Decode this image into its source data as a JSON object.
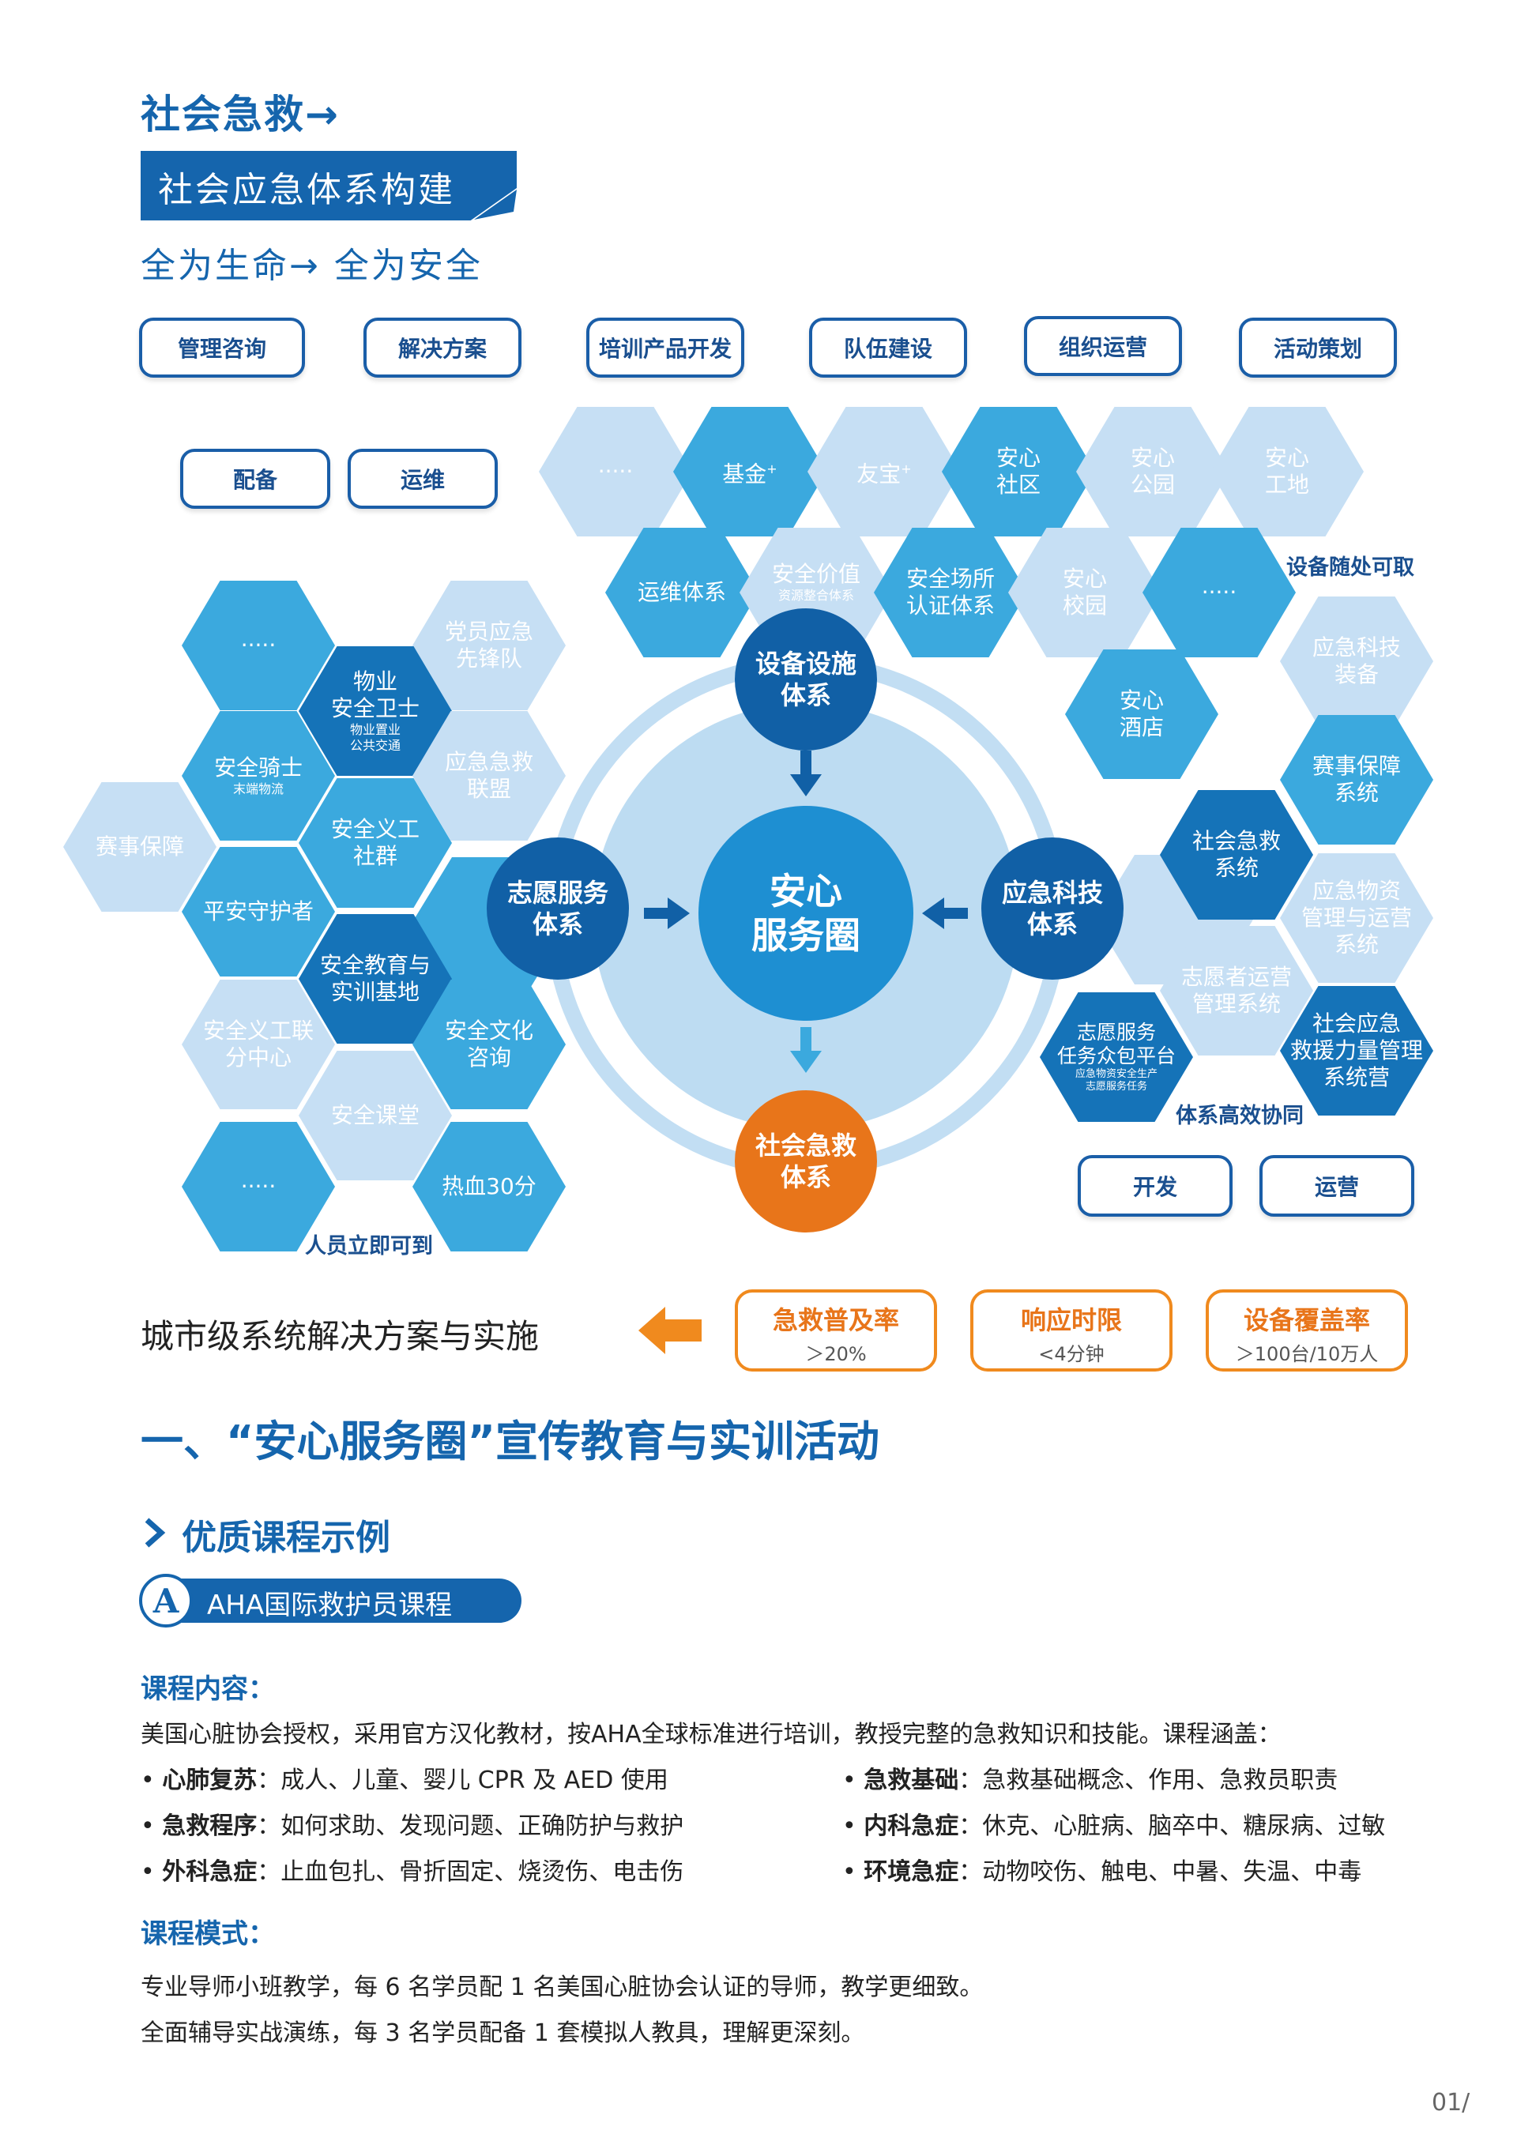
{
  "header": {
    "title": "社会急救→",
    "band_label": "社会应急体系构建",
    "subtitle": "全为生命→ 全为安全"
  },
  "service_pills": [
    "管理咨询",
    "解决方案",
    "培训产品开发",
    "队伍建设",
    "组织运营",
    "活动策划"
  ],
  "ops_pills": [
    "配备",
    "运维"
  ],
  "dev_pills": [
    "开发",
    "运营"
  ],
  "top_hexes": {
    "dots": "·····",
    "fund": "基金",
    "fund_sup": "+",
    "youbao": "友宝",
    "youbao_sup": "+",
    "community": [
      "安心",
      "社区"
    ],
    "park": [
      "安心",
      "公园"
    ],
    "site": [
      "安心",
      "工地"
    ],
    "ops_system": "运维体系",
    "value_title": "安全价值",
    "value_sub": "资源整合体系",
    "venue": [
      "安全场所",
      "认证体系"
    ],
    "campus": [
      "安心",
      "校园"
    ],
    "dots2": "·····",
    "hotel": [
      "安心",
      "酒店"
    ]
  },
  "right_hexes": {
    "equip": [
      "应急科技",
      "装备"
    ],
    "event": [
      "赛事保障",
      "系统"
    ],
    "social": [
      "社会急救",
      "系统"
    ],
    "supplies": [
      "应急物资",
      "管理与运营",
      "系统"
    ],
    "volunteer_ops": [
      "志愿者运营",
      "管理系统"
    ],
    "task_title": [
      "志愿服务",
      "任务众包平台"
    ],
    "task_sub": [
      "应急物资安全生产",
      "志愿服务任务"
    ],
    "rescue": [
      "社会应急",
      "救援力量管理",
      "系统营"
    ]
  },
  "left_hexes": {
    "dots_a": "·····",
    "party": [
      "党员应急",
      "先锋队"
    ],
    "property": [
      "物业",
      "安全卫士"
    ],
    "property_sub": [
      "物业置业",
      "公共交通"
    ],
    "knight": "安全骑士",
    "knight_sub": "末端物流",
    "alliance": [
      "应急急救",
      "联盟"
    ],
    "event": "赛事保障",
    "volunteer_group": [
      "安全义工",
      "社群"
    ],
    "guardian": "平安守护者",
    "training_base": [
      "安全教育与",
      "实训基地"
    ],
    "volunteer_center": [
      "安全义工联",
      "分中心"
    ],
    "culture": [
      "安全文化",
      "咨询"
    ],
    "classroom": "安全课堂",
    "dots_b": "·····",
    "blood": "热血30分"
  },
  "circles": {
    "center": [
      "安心",
      "服务圈"
    ],
    "top": [
      "设备设施",
      "体系"
    ],
    "left": [
      "志愿服务",
      "体系"
    ],
    "right": [
      "应急科技",
      "体系"
    ],
    "bottom": [
      "社会急救",
      "体系"
    ]
  },
  "tags": {
    "equipment_anywhere": "设备随处可取",
    "system_coordination": "体系高效协同",
    "personnel_ready": "人员立即可到"
  },
  "solution": {
    "text": "城市级系统解决方案与实施",
    "metrics": [
      {
        "label": "急救普及率",
        "value": "＞20%"
      },
      {
        "label": "响应时限",
        "value": "<4分钟"
      },
      {
        "label": "设备覆盖率",
        "value": "＞100台/10万人"
      }
    ]
  },
  "section": {
    "heading": "一、“安心服务圈”宣传教育与实训活动",
    "sub_heading": "优质课程示例",
    "course_letter": "A",
    "course_name": "AHA国际救护员课程",
    "content_title": "课程内容：",
    "content_intro": "美国心脏协会授权，采用官方汉化教材，按AHA全球标准进行培训，教授完整的急救知识和技能。课程涵盖：",
    "items_left": [
      {
        "k": "心肺复苏",
        "v": "：成人、儿童、婴儿 CPR 及 AED 使用"
      },
      {
        "k": "急救程序",
        "v": "：如何求助、发现问题、正确防护与救护"
      },
      {
        "k": "外科急症",
        "v": "：止血包扎、骨折固定、烧烫伤、电击伤"
      }
    ],
    "items_right": [
      {
        "k": "急救基础",
        "v": "：急救基础概念、作用、急救员职责"
      },
      {
        "k": "内科急症",
        "v": "：休克、心脏病、脑卒中、糖尿病、过敏"
      },
      {
        "k": "环境急症",
        "v": "：动物咬伤、触电、中暑、失温、中毒"
      }
    ],
    "mode_title": "课程模式：",
    "mode_lines": [
      "专业导师小班教学，每 6 名学员配 1 名美国心脏协会认证的导师，教学更细致。",
      "全面辅导实战演练，每 3 名学员配备 1 套模拟人教具，理解更深刻。"
    ]
  },
  "page_number": "01/"
}
